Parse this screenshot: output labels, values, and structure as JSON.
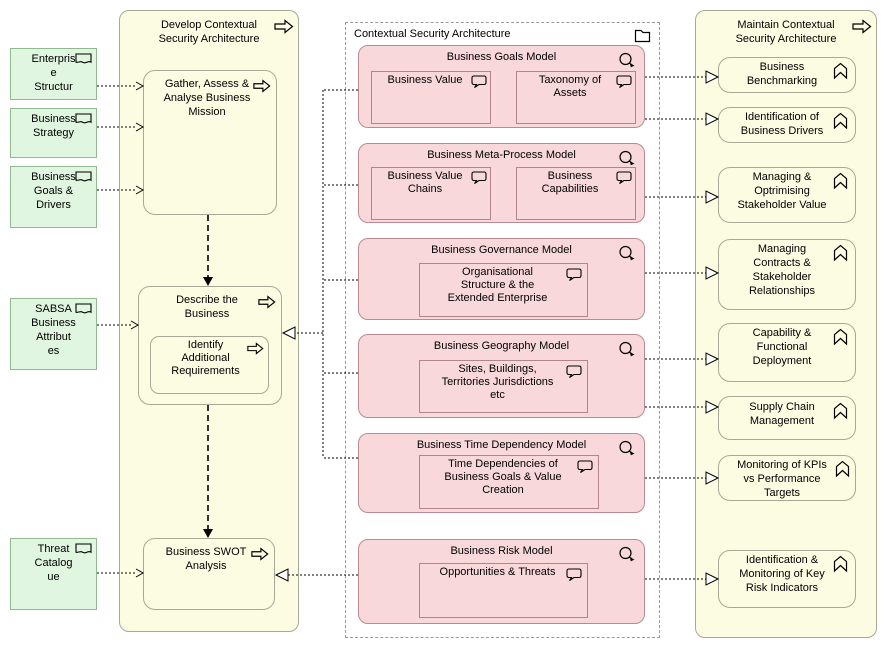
{
  "left_inputs": [
    {
      "label": "Enterpris\ne\nStructur"
    },
    {
      "label": "Business\nStrategy"
    },
    {
      "label": "Business\nGoals &\nDrivers"
    },
    {
      "label": "SABSA\nBusiness\nAttribut\nes"
    },
    {
      "label": "Threat\nCatalog\nue"
    }
  ],
  "develop": {
    "title": "Develop Contextual\nSecurity Architecture",
    "processes": [
      {
        "label": "Gather, Assess &\nAnalyse Business\nMission"
      },
      {
        "label": "Describe the\nBusiness",
        "sub_label": "Identify\nAdditional\nRequirements"
      },
      {
        "label": "Business SWOT\nAnalysis"
      }
    ]
  },
  "contextual": {
    "title": "Contextual Security Architecture",
    "models": [
      {
        "title": "Business Goals Model",
        "items": [
          {
            "label": "Business Value"
          },
          {
            "label": "Taxonomy of\nAssets"
          }
        ]
      },
      {
        "title": "Business Meta-Process Model",
        "items": [
          {
            "label": "Business Value\nChains"
          },
          {
            "label": "Business\nCapabilities"
          }
        ]
      },
      {
        "title": "Business Governance Model",
        "items": [
          {
            "label": "Organisational\nStructure & the\nExtended Enterprise"
          }
        ]
      },
      {
        "title": "Business Geography Model",
        "items": [
          {
            "label": "Sites, Buildings,\nTerritories Jurisdictions\netc"
          }
        ]
      },
      {
        "title": "Business Time Dependency Model",
        "items": [
          {
            "label": "Time Dependencies of\nBusiness Goals & Value\nCreation"
          }
        ]
      },
      {
        "title": "Business Risk Model",
        "items": [
          {
            "label": "Opportunities & Threats"
          }
        ]
      }
    ]
  },
  "maintain": {
    "title": "Maintain Contextual\nSecurity Architecture",
    "functions": [
      {
        "label": "Business\nBenchmarking"
      },
      {
        "label": "Identification of\nBusiness Drivers"
      },
      {
        "label": "Managing &\nOptrimising\nStakeholder Value"
      },
      {
        "label": "Managing\nContracts &\nStakeholder\nRelationships"
      },
      {
        "label": "Capability &\nFunctional\nDeployment"
      },
      {
        "label": "Supply Chain\nManagement"
      },
      {
        "label": "Monitoring of KPIs\nvs Performance\nTargets"
      },
      {
        "label": "Identification &\nMonitoring of Key\nRisk Indicators"
      }
    ]
  },
  "icons": {
    "process-arrow-icon": "hollow right arrow (business process)",
    "function-icon": "pennant chevron (business function)",
    "representation-icon": "document with wavy bottom",
    "callout-icon": "speech bubble",
    "composite-icon": "circle with arrow (composite model)",
    "folder-icon": "folder (grouping)"
  },
  "colors": {
    "node-yellow": "#FCFCE3",
    "node-yellow-border": "#A9A896",
    "node-green": "#E0F6E0",
    "node-green-border": "#8FBB8F",
    "node-pink": "#F8D8DB",
    "node-pink-border": "#BB8A8E",
    "pink-item-border": "#B2858A",
    "container-dashed-border": "#999999",
    "connector": "#000000",
    "canvas": "#FFFFFF"
  }
}
